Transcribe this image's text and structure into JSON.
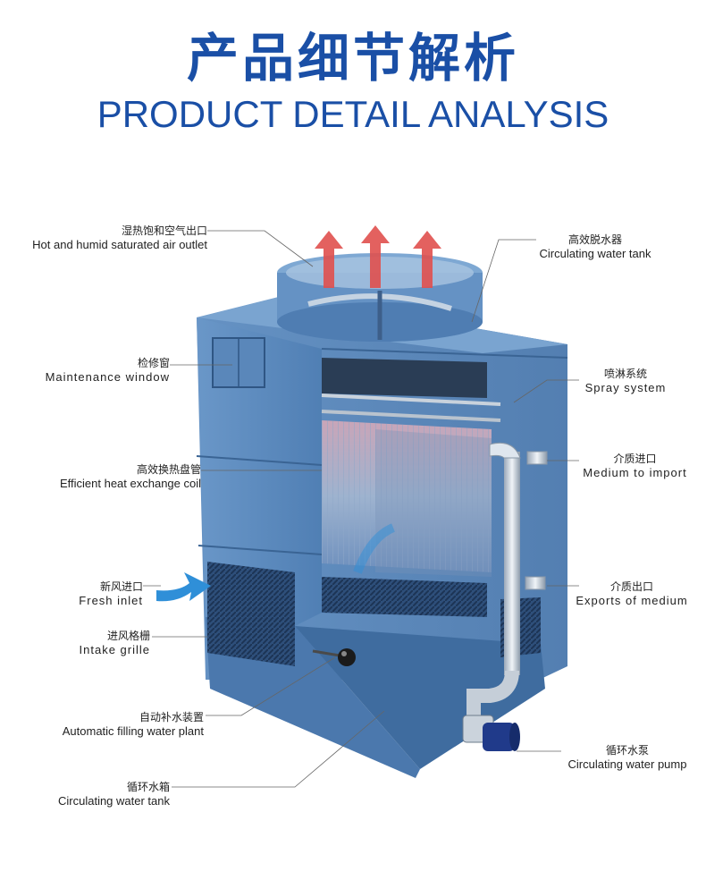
{
  "header": {
    "title_cn": "产品细节解析",
    "title_en": "PRODUCT DETAIL ANALYSIS"
  },
  "labels": {
    "air_outlet": {
      "cn": "湿热饱和空气出口",
      "en": "Hot and humid saturated air outlet"
    },
    "maintenance_window": {
      "cn": "检修窗",
      "en": "Maintenance window"
    },
    "heat_exchange_coil": {
      "cn": "高效换热盘管",
      "en": "Efficient heat exchange coil"
    },
    "fresh_inlet": {
      "cn": "新风进口",
      "en": "Fresh inlet"
    },
    "intake_grille": {
      "cn": "进风格栅",
      "en": "Intake grille"
    },
    "filling_plant": {
      "cn": "自动补水装置",
      "en": "Automatic filling water plant"
    },
    "water_tank_bottom": {
      "cn": "循环水箱",
      "en": "Circulating water tank"
    },
    "eliminator": {
      "cn": "高效脱水器",
      "en": "Circulating water tank"
    },
    "spray_system": {
      "cn": "喷淋系统",
      "en": "Spray system"
    },
    "medium_import": {
      "cn": "介质进口",
      "en": "Medium to import"
    },
    "medium_export": {
      "cn": "介质出口",
      "en": "Exports of medium"
    },
    "pump": {
      "cn": "循环水泵",
      "en": "Circulating water pump"
    }
  },
  "colors": {
    "title": "#1a4fa6",
    "body": "#4f7fb3",
    "body_dark": "#3b6a9e",
    "arrow_hot": "#e0504e",
    "arrow_cold": "#2f8fd8"
  }
}
